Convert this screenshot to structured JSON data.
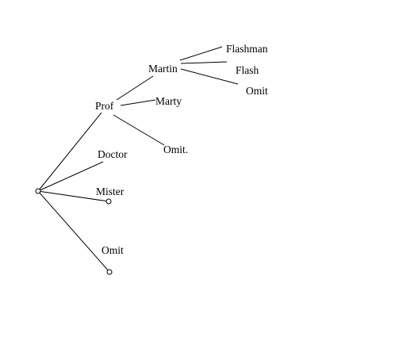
{
  "tree": {
    "labels": {
      "prof": "Prof",
      "martin": "Martin",
      "flashman": "Flashman",
      "flash": "Flash",
      "omit_martin": "Omit",
      "marty": "Marty",
      "omit_prof": "Omit.",
      "doctor": "Doctor",
      "mister": "Mister",
      "omit_root": "Omit"
    }
  }
}
